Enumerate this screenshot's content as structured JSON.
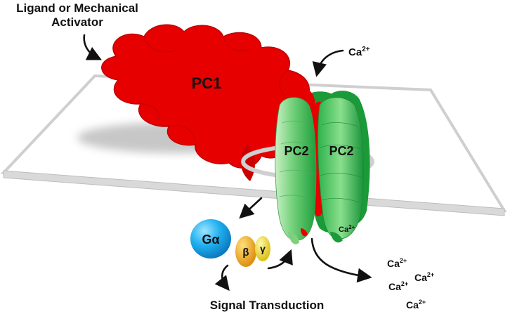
{
  "labels": {
    "activator_line1": "Ligand or Mechanical",
    "activator_line2": "Activator",
    "pc1": "PC1",
    "pc2_left": "PC2",
    "pc2_right": "PC2",
    "galpha": "Gα",
    "beta": "β",
    "gamma": "γ",
    "signal": "Signal Transduction",
    "ion_top": {
      "base": "Ca",
      "sup": "2+"
    },
    "ion_pore": {
      "base": "Ca",
      "sup": "2+"
    },
    "ion_out_1": {
      "base": "Ca",
      "sup": "2+"
    },
    "ion_out_2": {
      "base": "Ca",
      "sup": "2+"
    },
    "ion_out_3": {
      "base": "Ca",
      "sup": "2+"
    },
    "ion_out_4": {
      "base": "Ca",
      "sup": "2+"
    }
  },
  "colors": {
    "pc1": "#e60000",
    "pc2_light": "#8fd68f",
    "pc2_dark": "#1e9e3c",
    "membrane": "#c8c8c8",
    "galpha": "#18a7e8",
    "beta": "#f0a500",
    "gamma": "#f5d800"
  }
}
